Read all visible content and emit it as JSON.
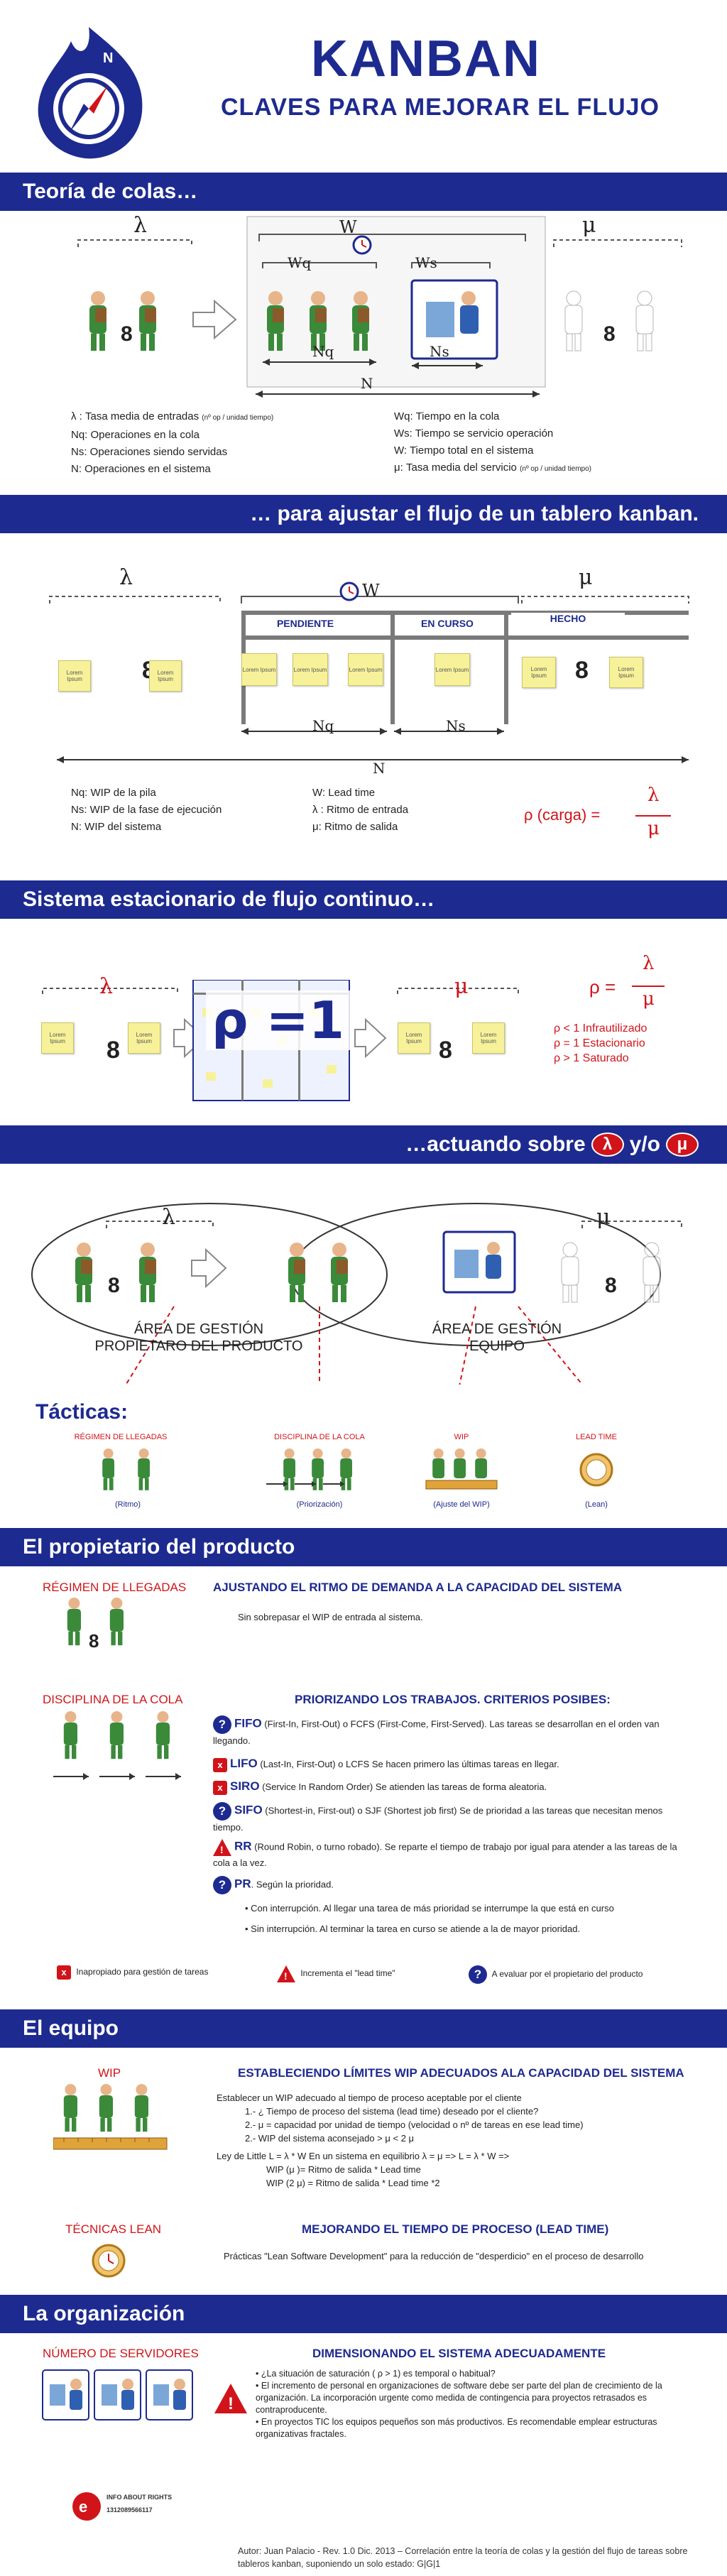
{
  "header": {
    "title": "KANBAN",
    "subtitle": "CLAVES PARA MEJORAR EL FLUJO"
  },
  "sections": {
    "teoria": "Teoría de colas…",
    "tablero": "… para ajustar el flujo de un tablero kanban.",
    "estacionario": "Sistema estacionario de flujo continuo…",
    "actuando": "…actuando sobre",
    "actuando_yo": "y/o",
    "propietario": "El propietario del producto",
    "equipo": "El equipo",
    "organizacion": "La organización"
  },
  "symbols": {
    "lambda": "λ",
    "mu": "μ",
    "W": "W",
    "Wq": "Wq",
    "Ws": "Ws",
    "Nq": "Nq",
    "Ns": "Ns",
    "N": "N",
    "rho_eq": "ρ =",
    "rho_one": "ρ =1",
    "rho_carga": "ρ (carga) ="
  },
  "colors": {
    "brand": "#1d2a8f",
    "accent": "#d0141a",
    "sticky": "#f7f29a"
  },
  "teoria_legend_left": [
    "λ :  Tasa media de entradas",
    "Nq:  Operaciones en la cola",
    "Ns:  Operaciones siendo servidas",
    "N:   Operaciones en el sistema"
  ],
  "teoria_legend_left_note": "(nº op / unidad tiempo)",
  "teoria_legend_right": [
    "Wq: Tiempo en la cola",
    "Ws: Tiempo se servicio operación",
    "W:  Tiempo total en el sistema",
    "μ:  Tasa media del servicio"
  ],
  "teoria_legend_right_note": "(nº op / unidad tiempo)",
  "board": {
    "columns": [
      "PENDIENTE",
      "EN CURSO",
      "HECHO"
    ],
    "sticky_text": "Lorem Ipsum"
  },
  "tablero_legend_left": [
    "Nq: WIP de la pila",
    "Ns: WIP de la fase de ejecución",
    "N:  WIP del sistema"
  ],
  "tablero_legend_mid": [
    "W:  Lead time",
    "λ :  Ritmo de entrada",
    "μ:  Ritmo de salida"
  ],
  "estacionario_states": [
    "ρ < 1  Infrautilizado",
    "ρ = 1  Estacionario",
    "ρ > 1  Saturado"
  ],
  "areas": {
    "left": "ÁREA DE GESTIÓN\nPROPIETARO DEL PRODUCTO",
    "right": "ÁREA DE GESTIÓN\nEQUIPO"
  },
  "tacticas": {
    "title": "Tácticas:",
    "items": [
      {
        "label": "RÉGIMEN DE LLEGADAS",
        "paren": "(Ritmo)"
      },
      {
        "label": "DISCIPLINA DE LA COLA",
        "paren": "(Priorización)"
      },
      {
        "label": "WIP",
        "paren": "(Ajuste del WIP)"
      },
      {
        "label": "LEAD TIME",
        "paren": "(Lean)"
      }
    ]
  },
  "propietario": {
    "regimen_label": "RÉGIMEN DE LLEGADAS",
    "regimen_title": "AJUSTANDO EL  RITMO  DE  DEMANDA  A  LA CAPACIDAD  DEL SISTEMA",
    "regimen_text": "Sin sobrepasar el WIP de entrada al sistema.",
    "disciplina_label": "DISCIPLINA DE LA COLA",
    "disciplina_title": "PRIORIZANDO LOS TRABAJOS.   CRITERIOS POSIBES:",
    "rules": [
      {
        "badge": "?",
        "name": "FIFO",
        "text": "(First-In, First-Out) o FCFS (First-Come, First-Served). Las tareas se desarrollan en el orden van llegando."
      },
      {
        "badge": "x",
        "name": "LIFO",
        "text": "(Last-In, First-Out) o LCFS  Se hacen primero las últimas tareas en llegar."
      },
      {
        "badge": "x",
        "name": "SIRO",
        "text": "(Service In Random Order) Se atienden las tareas de forma aleatoria."
      },
      {
        "badge": "?",
        "name": "SIFO",
        "text": "(Shortest-in, First-out) o SJF (Shortest job first) Se de prioridad a las tareas que necesitan menos tiempo."
      },
      {
        "badge": "!",
        "name": "RR",
        "text": "(Round Robin, o turno robado). Se reparte el tiempo de trabajo por igual para atender a las tareas de la cola a la vez."
      },
      {
        "badge": "?",
        "name": "PR",
        "text": ". Según la prioridad."
      }
    ],
    "pr_bullets": [
      "Con interrupción. Al llegar una tarea de más prioridad se interrumpe la que está en curso",
      "Sin interrupción. Al terminar la tarea en curso se atiende a la de mayor prioridad."
    ],
    "key": [
      {
        "badge": "x",
        "text": "Inapropiado para gestión de tareas"
      },
      {
        "badge": "!",
        "text": "Incrementa el \"lead time\""
      },
      {
        "badge": "?",
        "text": "A evaluar por el propietario del producto"
      }
    ]
  },
  "equipo": {
    "wip_label": "WIP",
    "wip_title": "ESTABLECIENDO LÍMITES WIP ADECUADOS ALA CAPACIDAD  DEL SISTEMA",
    "wip_lines": [
      "Establecer un WIP adecuado al tiempo de proceso aceptable por el cliente",
      "1.- ¿ Tiempo de proceso  del sistema (lead time) deseado por el cliente?",
      "2.- μ = capacidad por unidad de tiempo  (velocidad o nº de tareas en ese lead time)",
      "2.- WIP del sistema aconsejado  > μ < 2 μ",
      "Ley de Little L = λ * W  En un sistema en equilibrio λ  = μ  => L = λ * W  =>",
      "WIP (μ )= Ritmo de salida * Lead time",
      "WIP (2 μ) = Ritmo de salida * Lead time *2"
    ],
    "lean_label": "TÉCNICAS LEAN",
    "lean_title": "MEJORANDO EL TIEMPO DE PROCESO (LEAD TIME)",
    "lean_text": "Prácticas  \"Lean Software Development\"  para la reducción de \"desperdicio\" en el proceso de desarrollo"
  },
  "organizacion": {
    "label": "NÚMERO DE SERVIDORES",
    "title": "DIMENSIONANDO EL SISTEMA ADECUADAMENTE",
    "bullets": [
      "¿La situación de saturación ( ρ > 1) es temporal  o habitual?",
      "El incremento de personal en organizaciones de software debe ser parte del plan de crecimiento de la organización. La incorporación urgente como medida de contingencia para proyectos retrasados es contraproducente.",
      "En proyectos TIC los equipos pequeños son más productivos. Es recomendable emplear estructuras organizativas fractales."
    ]
  },
  "footer": {
    "rights": "INFO ABOUT RIGHTS",
    "code": "1312089566117",
    "author": "Autor:  Juan Palacio - Rev. 1.0  Dic. 2013 – Correlación entre la teoría de colas y la gestión del flujo de tareas sobre tableros kanban, suponiendo un solo estado: G|G|1"
  }
}
